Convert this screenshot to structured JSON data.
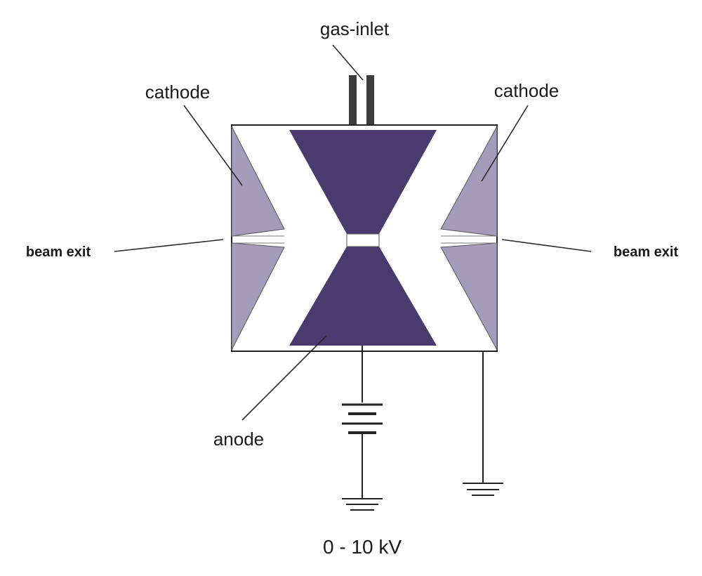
{
  "labels": {
    "gas_inlet": "gas-inlet",
    "cathode_left": "cathode",
    "cathode_right": "cathode",
    "beam_exit_left": "beam exit",
    "beam_exit_right": "beam exit",
    "anode": "anode",
    "voltage": "0 - 10 kV"
  },
  "colors": {
    "anode": "#4a3a6e",
    "cathode": "#a59cbb",
    "outline": "#222222",
    "tube": "#3c3c3c"
  }
}
